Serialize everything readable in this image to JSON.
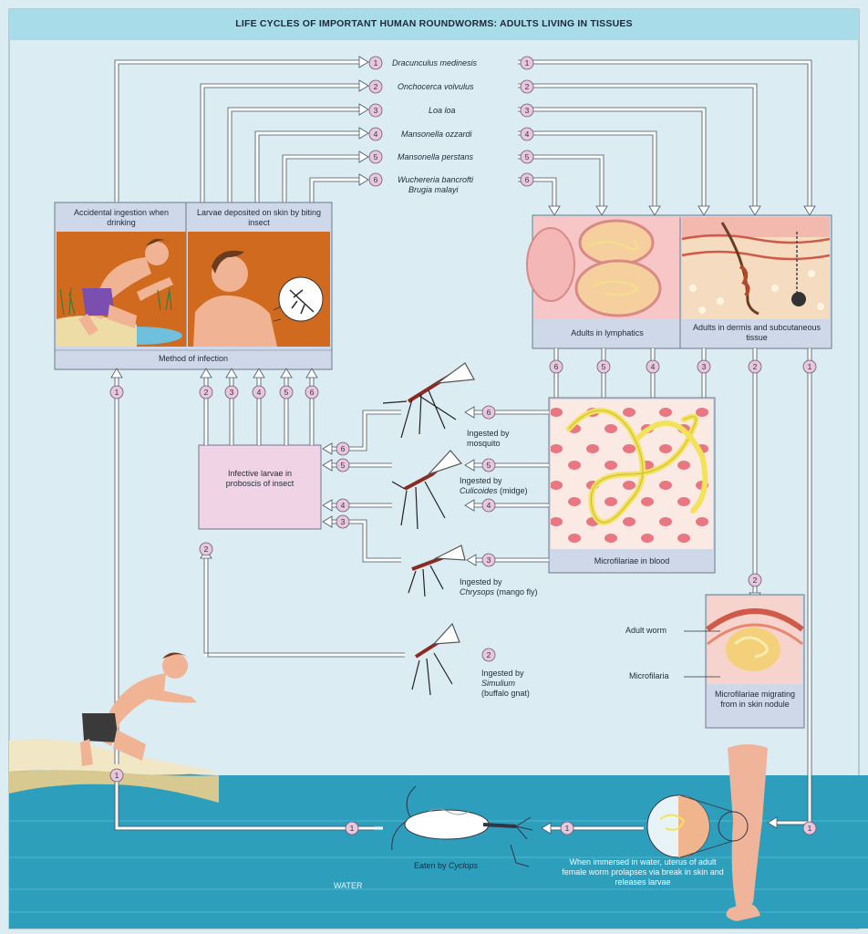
{
  "title": "LIFE CYCLES OF IMPORTANT HUMAN ROUNDWORMS: ADULTS LIVING IN TISSUES",
  "species": [
    {
      "num": "1",
      "name": "Dracunculus medinesis",
      "name2": ""
    },
    {
      "num": "2",
      "name": "Onchocerca volvulus",
      "name2": ""
    },
    {
      "num": "3",
      "name": "Loa loa",
      "name2": ""
    },
    {
      "num": "4",
      "name": "Mansonella ozzardi",
      "name2": ""
    },
    {
      "num": "5",
      "name": "Mansonella perstans",
      "name2": ""
    },
    {
      "num": "6",
      "name": "Wuchereria bancrofti",
      "name2": "Brugia malayi"
    }
  ],
  "infection_box": {
    "col1": "Accidental ingestion when drinking",
    "col2": "Larvae deposited on skin by biting insect",
    "footer": "Method of infection"
  },
  "adults_box": {
    "left_caption": "Adults in lymphatics",
    "right_caption": "Adults in dermis and subcutaneous tissue"
  },
  "microfilariae_box": {
    "caption": "Microfilariae in blood"
  },
  "infective_larvae": "Infective larvae in proboscis of insect",
  "vectors": {
    "mosquito": {
      "line1": "Ingested by",
      "line2": "mosquito",
      "line2_italic": ""
    },
    "culicoides": {
      "line1": "Ingested by",
      "line2_italic": "Culicoides",
      "line2": " (midge)"
    },
    "chrysops": {
      "line1": "Ingested by",
      "line2_italic": "Chrysops",
      "line2": " (mango fly)"
    },
    "simulium": {
      "line1": "Ingested by",
      "line2_italic": "Simulium",
      "line2": "(buffalo gnat)"
    }
  },
  "nodule": {
    "adult_worm": "Adult worm",
    "microfilaria": "Microfilaria",
    "caption": "Microfilariae migrating from in skin nodule"
  },
  "cyclops": {
    "prefix": "Eaten by ",
    "name": "Cyclops"
  },
  "water_note": "When immersed in water, uterus of adult female worm prolapses via break in skin and releases larvae",
  "water_label": "WATER",
  "colors": {
    "background": "#dcecf3",
    "title_bar": "#a8dce8",
    "box_fill": "#cfd8e8",
    "larvae_box": "#f1d3e6",
    "water": "#2d9fbc",
    "badge_fill": "#e9c6dc"
  }
}
